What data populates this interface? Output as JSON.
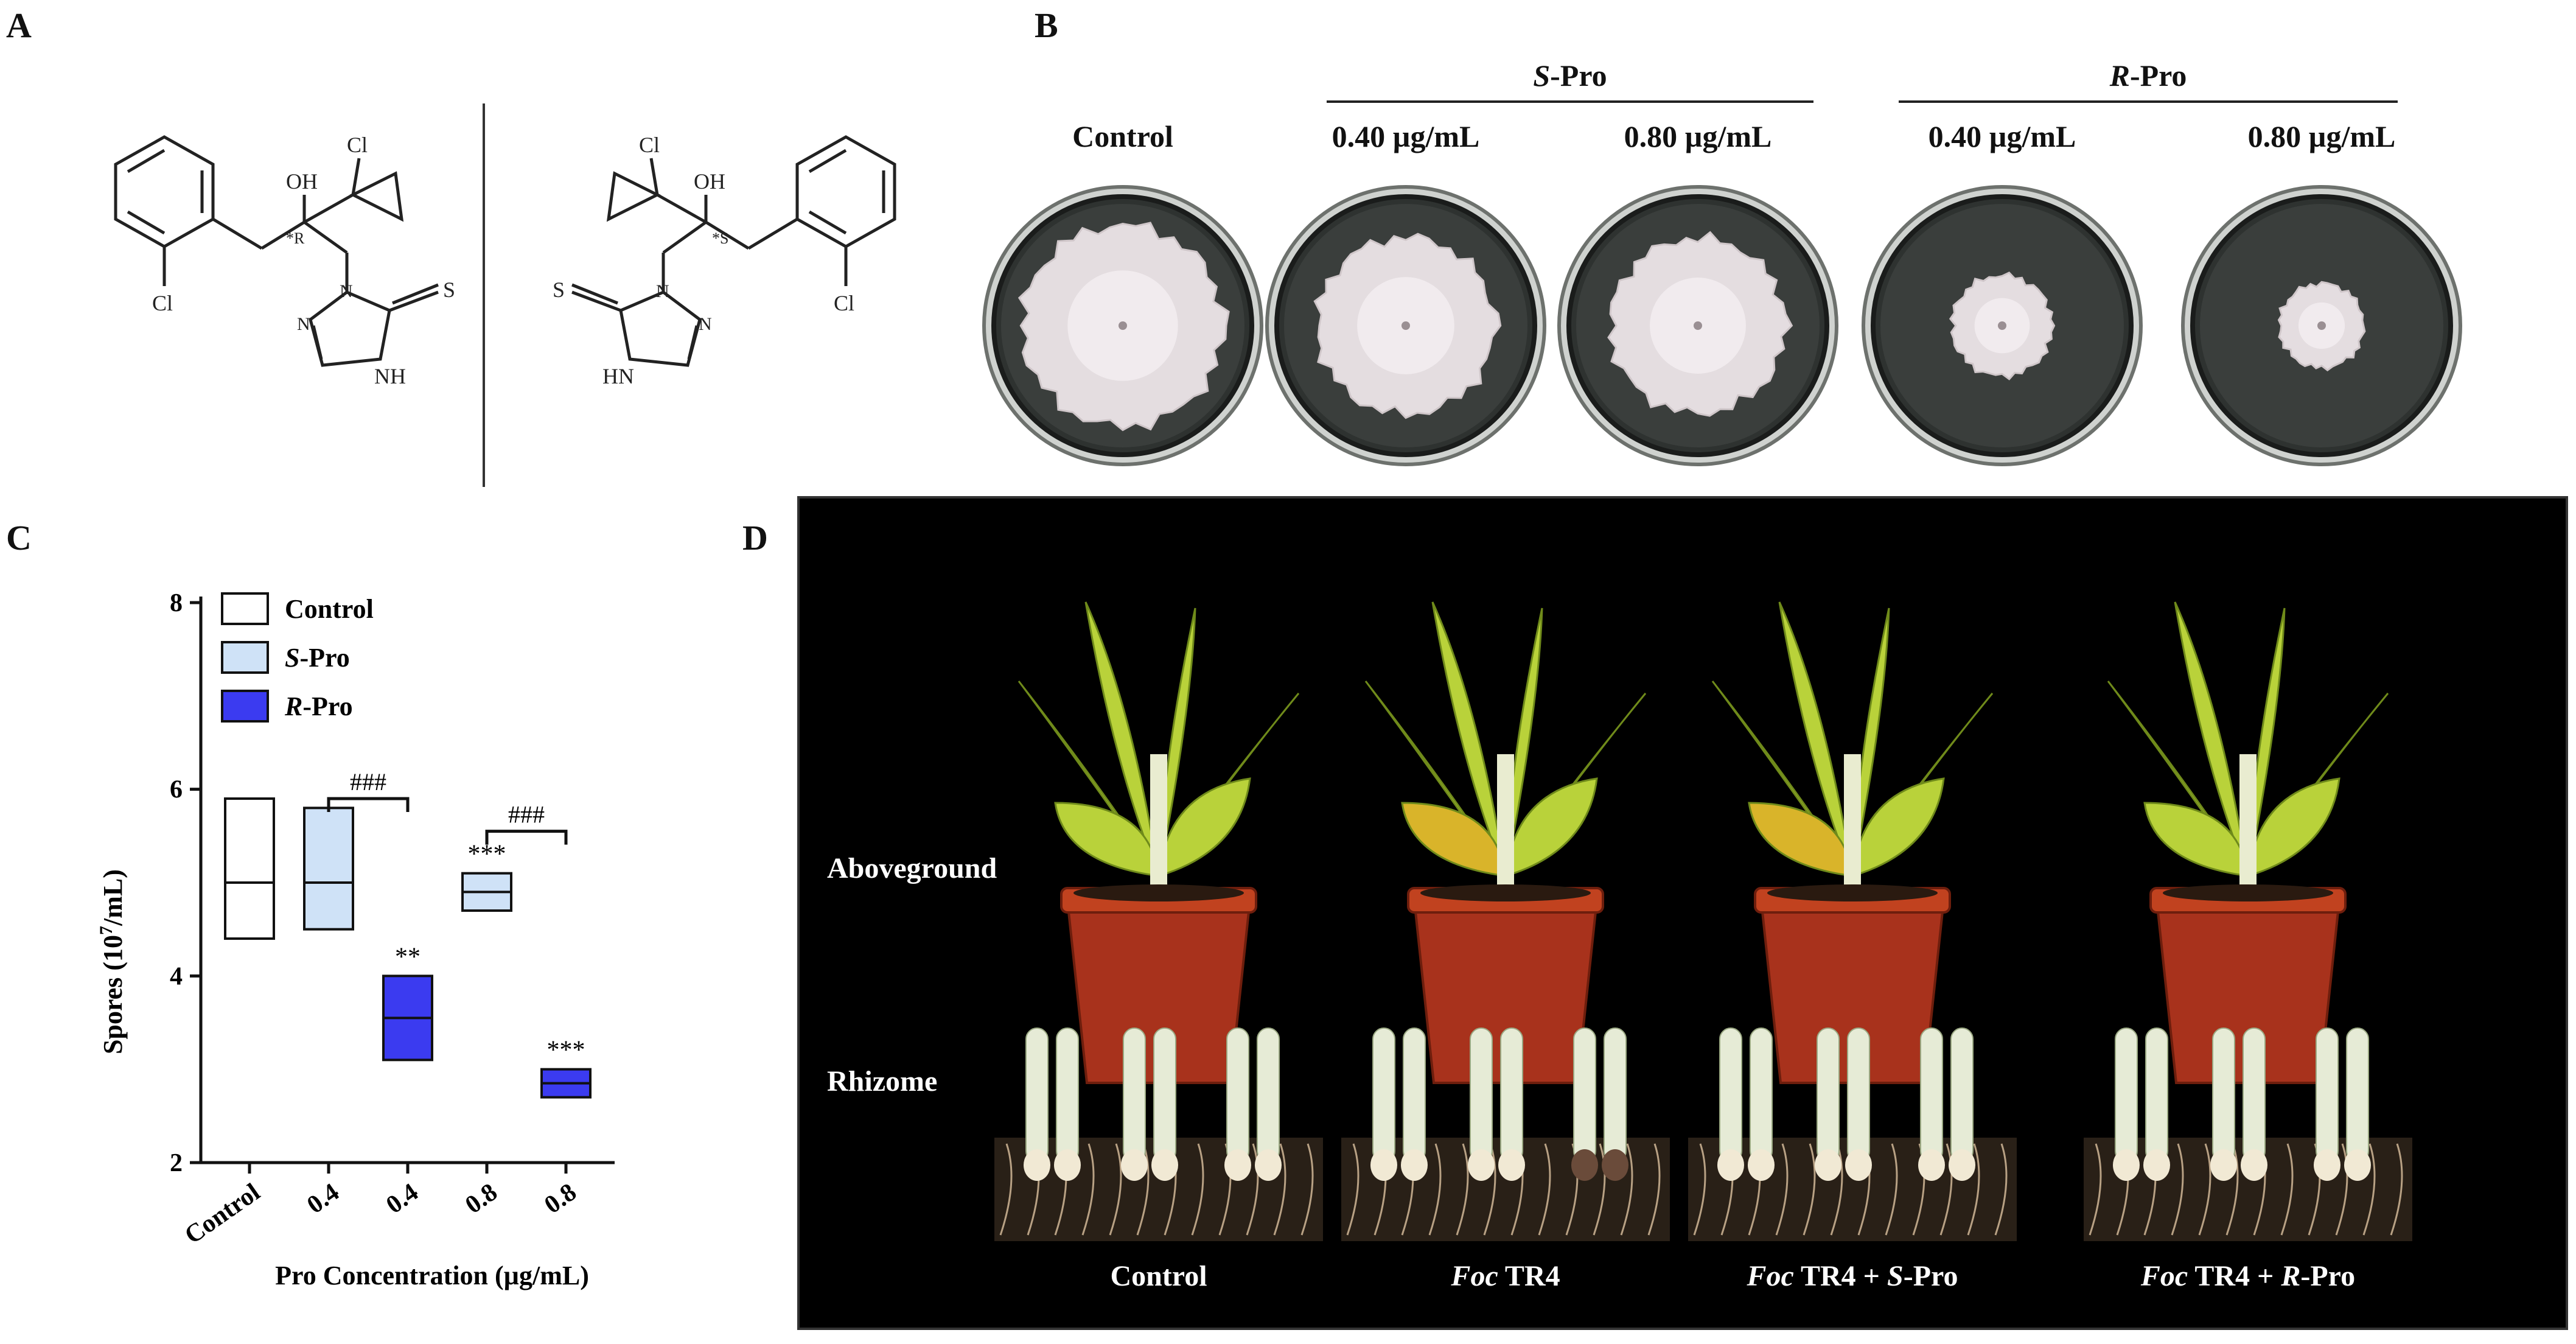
{
  "panels": {
    "a": {
      "letter": "A"
    },
    "b": {
      "letter": "B"
    },
    "c": {
      "letter": "C"
    },
    "d": {
      "letter": "D"
    }
  },
  "molecule": {
    "left": {
      "cl_top": "Cl",
      "oh": "OH",
      "stereo": "*R",
      "cl_bottom": "Cl",
      "s": "S",
      "nh": "NH",
      "n1": "N",
      "n2": "N"
    },
    "right": {
      "cl_top": "Cl",
      "oh": "OH",
      "stereo": "*S",
      "cl_bottom": "Cl",
      "s": "S",
      "nh": "HN",
      "n1": "N",
      "n2": "N"
    }
  },
  "plates": {
    "group_s": {
      "prefix": "S",
      "suffix": "-Pro"
    },
    "group_r": {
      "prefix": "R",
      "suffix": "-Pro"
    },
    "labels": [
      "Control",
      "0.40 µg/mL",
      "0.80 µg/mL",
      "0.40 µg/mL",
      "0.80 µg/mL"
    ],
    "colony_rel_size": [
      1.0,
      0.88,
      0.87,
      0.5,
      0.42
    ]
  },
  "chart_data": {
    "type": "box",
    "xlabel": "Pro Concentration (µg/mL)",
    "ylabel_main": "Spores (10",
    "ylabel_sup": "7",
    "ylabel_tail": "/mL)",
    "ylim": [
      2,
      8
    ],
    "yticks": [
      "2",
      "4",
      "6",
      "8"
    ],
    "categories": [
      "Control",
      "0.4",
      "0.4",
      "0.8",
      "0.8"
    ],
    "boxes": [
      {
        "series": "Control",
        "low": 4.4,
        "mid": 5.0,
        "high": 5.9,
        "color": "#ffffff"
      },
      {
        "series": "S-Pro",
        "low": 4.5,
        "mid": 5.0,
        "high": 5.8,
        "color": "#cfe2f7"
      },
      {
        "series": "R-Pro",
        "low": 3.1,
        "mid": 3.55,
        "high": 4.0,
        "color": "#3b3bf0"
      },
      {
        "series": "S-Pro",
        "low": 4.7,
        "mid": 4.9,
        "high": 5.1,
        "color": "#cfe2f7"
      },
      {
        "series": "R-Pro",
        "low": 2.7,
        "mid": 2.85,
        "high": 3.0,
        "color": "#3b3bf0"
      }
    ],
    "significance": [
      "",
      "",
      "**",
      "***",
      "***"
    ],
    "brackets": [
      {
        "from": 1,
        "to": 2,
        "y": 5.9,
        "label": "###"
      },
      {
        "from": 3,
        "to": 4,
        "y": 5.55,
        "label": "###"
      }
    ],
    "legend": [
      {
        "prefix": "",
        "name": "Control",
        "color": "#ffffff"
      },
      {
        "prefix": "S",
        "name": "-Pro",
        "color": "#cfe2f7"
      },
      {
        "prefix": "R",
        "name": "-Pro",
        "color": "#3b3bf0"
      }
    ],
    "legend_position": "top-left"
  },
  "plants": {
    "row_labels": [
      "Aboveground",
      "Rhizome"
    ],
    "columns": [
      {
        "italic": "",
        "text": "Control"
      },
      {
        "italic": "Foc",
        "text": " TR4"
      },
      {
        "italic": "Foc",
        "text": " TR4 + ",
        "italic2": "S",
        "text2": "-Pro"
      },
      {
        "italic": "Foc",
        "text": " TR4 + ",
        "italic2": "R",
        "text2": "-Pro"
      }
    ],
    "colors": {
      "leaf": "#b9d23a",
      "leaf_yellow": "#d9b42a",
      "pot": "#a8321c",
      "stem": "#e9ecd0"
    }
  }
}
